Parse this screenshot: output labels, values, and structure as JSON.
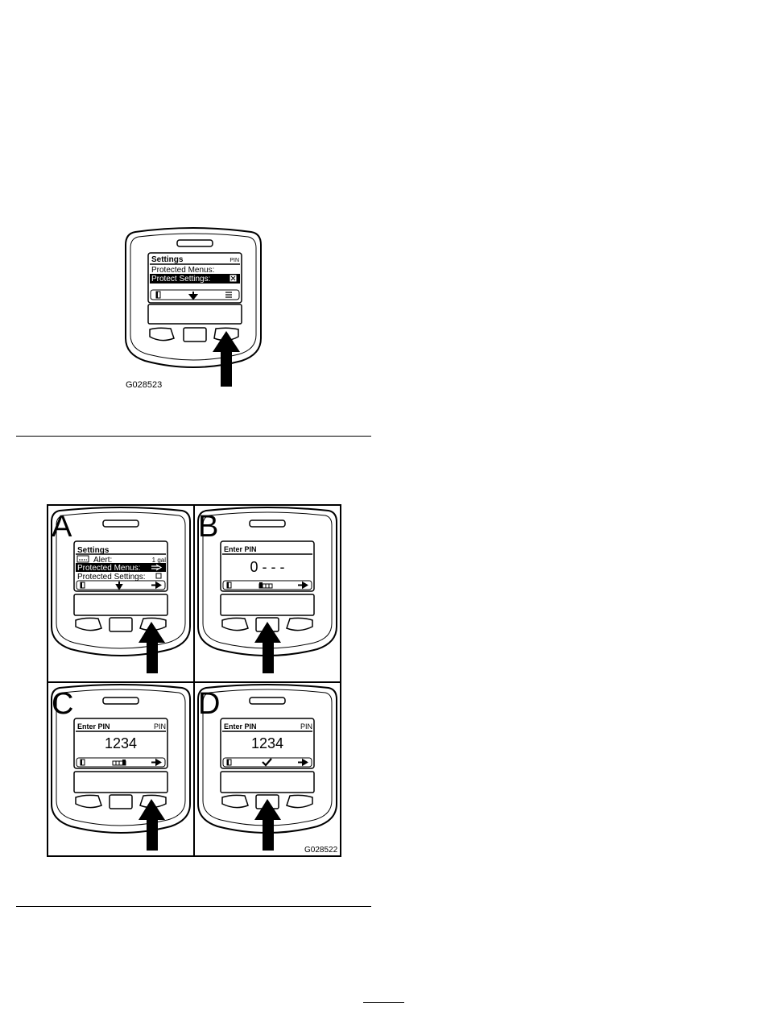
{
  "figure_top": {
    "id": "G028523",
    "screen": {
      "header": {
        "title": "Settings",
        "right": "PIN"
      },
      "rows": [
        {
          "label": "Protected Menus:",
          "selected": false
        },
        {
          "label": "Protect Settings:",
          "selected": true
        }
      ],
      "softkeys": [
        "door-icon",
        "down-arrow-icon",
        "menu-icon"
      ]
    }
  },
  "figure_bottom": {
    "id": "G028522",
    "panels": [
      {
        "letter": "A",
        "header": {
          "title": "Settings",
          "right": ""
        },
        "rows": [
          {
            "label": "Alert:",
            "value": "1 gal",
            "selected": false
          },
          {
            "label": "Protected Menus:",
            "value": "",
            "selected": true
          },
          {
            "label": "Protected Settings:",
            "value": "",
            "selected": false
          }
        ],
        "pressed_button": "right"
      },
      {
        "letter": "B",
        "header": {
          "title": "Enter PIN",
          "right": ""
        },
        "pin": "0 - - -",
        "pressed_button": "center"
      },
      {
        "letter": "C",
        "header": {
          "title": "Enter PIN",
          "right": "PIN"
        },
        "pin": "1234",
        "pressed_button": "right"
      },
      {
        "letter": "D",
        "header": {
          "title": "Enter PIN",
          "right": "PIN"
        },
        "pin": "1234",
        "pressed_button": "center"
      }
    ]
  }
}
